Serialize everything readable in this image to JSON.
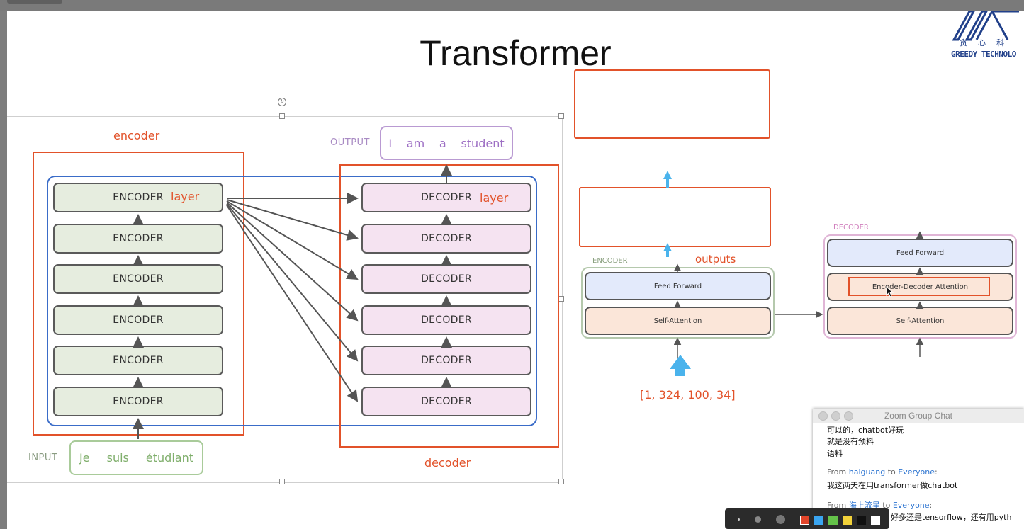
{
  "slide": {
    "title": "Transformer",
    "logo_text": "GREEDY TECHNOLO",
    "logo_cn": "贪 心 科"
  },
  "left_diagram": {
    "encoder_label": "encoder",
    "decoder_label": "decoder",
    "output_label": "OUTPUT",
    "input_label": "INPUT",
    "output_words": [
      "I",
      "am",
      "a",
      "student"
    ],
    "input_words": [
      "Je",
      "suis",
      "étudiant"
    ],
    "encoder_blocks": [
      "ENCODER",
      "ENCODER",
      "ENCODER",
      "ENCODER",
      "ENCODER",
      "ENCODER"
    ],
    "decoder_blocks": [
      "DECODER",
      "DECODER",
      "DECODER",
      "DECODER",
      "DECODER",
      "DECODER"
    ],
    "layer_word": "layer"
  },
  "right_diagram": {
    "encoder_caption": "ENCODER",
    "decoder_caption": "DECODER",
    "outputs_label": "outputs",
    "feed_forward": "Feed Forward",
    "self_attention": "Self-Attention",
    "enc_dec_attention": "Encoder-Decoder Attention",
    "input_vector": "[1, 324, 100, 34]"
  },
  "chat": {
    "title": "Zoom Group Chat",
    "lines_1": [
      "可以的，chatbot好玩",
      "就是没有预料",
      "语料"
    ],
    "msg2_from": "From",
    "msg2_sender": "haiguang",
    "msg2_to": "to",
    "msg2_target": "Everyone",
    "msg2_colon": ":",
    "msg2_text": "我这两天在用transformer做chatbot",
    "msg3_from": "From",
    "msg3_sender": "海上流星",
    "msg3_to": "to",
    "msg3_target": "Everyone",
    "msg3_colon": ":",
    "msg3_text": "好多还是tensorflow，还有用pyth"
  },
  "toolbar": {
    "colors": [
      "#e2452a",
      "#3aa5f0",
      "#65c34a",
      "#f2d23a",
      "#ffffff"
    ]
  }
}
